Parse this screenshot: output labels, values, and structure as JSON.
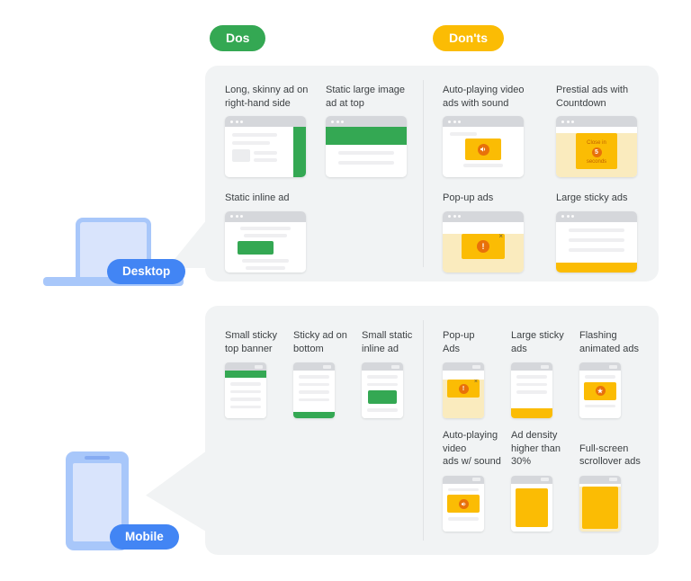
{
  "badges": {
    "dos": "Dos",
    "donts": "Don'ts"
  },
  "colors": {
    "green": "#34A853",
    "yellow": "#FBBC04",
    "orange": "#E8710A",
    "blue": "#4285F4",
    "panel_gray": "#F1F3F4",
    "cream": "#FAEBBE",
    "device_blue": "#A8C7FA"
  },
  "glyphs": {
    "close_x": "×",
    "exclamation": "!",
    "star": "★"
  },
  "countdown": {
    "line1": "Close in",
    "number": "5",
    "line2": "seconds"
  },
  "desktop_section": {
    "device_label": "Desktop",
    "dos": [
      {
        "label": "Long, skinny ad on\nright-hand side"
      },
      {
        "label": "Static large image\nad at top"
      },
      {
        "label": "Static inline ad"
      }
    ],
    "donts": [
      {
        "label": "Auto-playing video\nads with sound"
      },
      {
        "label": "Prestial ads with\nCountdown"
      },
      {
        "label": "Pop-up ads"
      },
      {
        "label": "Large sticky ads"
      }
    ]
  },
  "mobile_section": {
    "device_label": "Mobile",
    "dos": [
      {
        "label": "Small sticky\ntop banner"
      },
      {
        "label": "Sticky ad on\nbottom"
      },
      {
        "label": "Small static\ninline ad"
      }
    ],
    "donts": [
      {
        "label": "Pop-up\nAds"
      },
      {
        "label": "Large sticky\nads"
      },
      {
        "label": "Flashing\nanimated ads"
      },
      {
        "label": "Auto-playing\nvideo\nads w/ sound"
      },
      {
        "label": "Ad density\nhigher than\n30%"
      },
      {
        "label": "Full-screen\nscrollover ads"
      }
    ]
  }
}
